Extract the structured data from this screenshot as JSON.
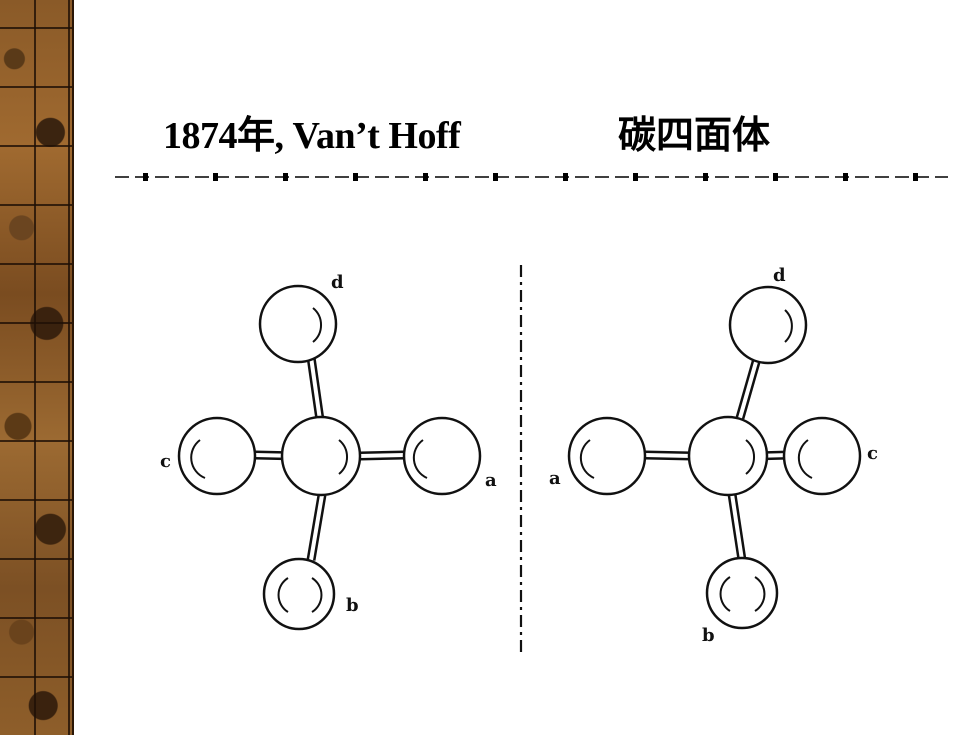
{
  "slide": {
    "title_left": "1874年, Van’t Hoff",
    "title_right": "碳四面体"
  },
  "diagram": {
    "left_molecule": {
      "top": "d",
      "left": "c",
      "right": "a",
      "bottom": "b"
    },
    "right_molecule": {
      "top": "d",
      "left": "a",
      "right": "c",
      "bottom": "b"
    }
  }
}
